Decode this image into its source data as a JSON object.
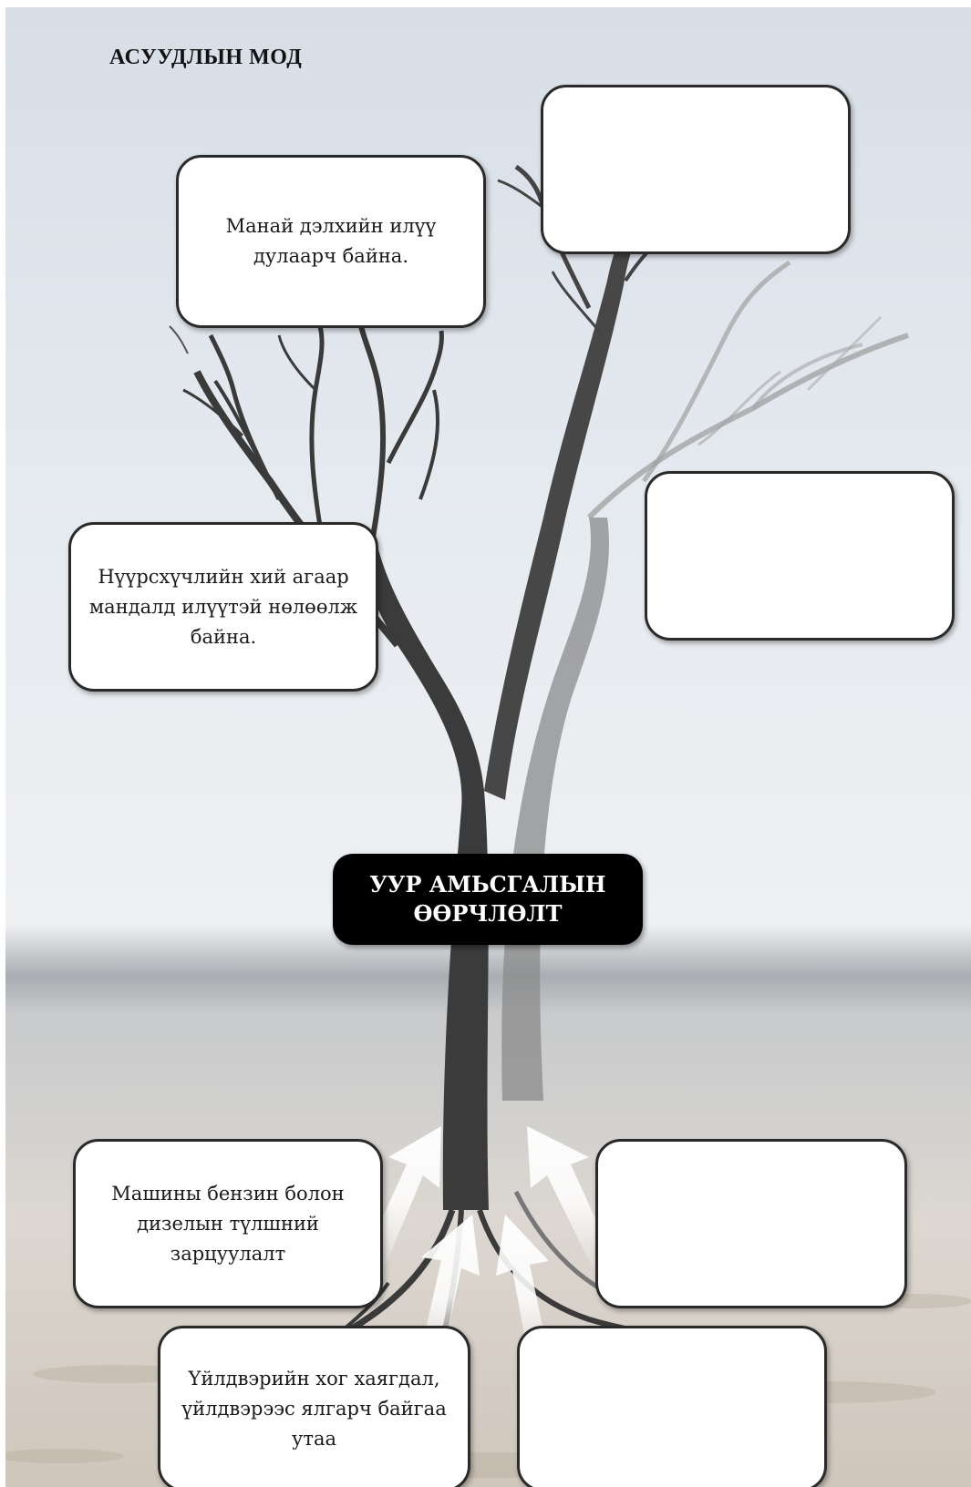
{
  "title": "АСУУДЛЫН МОД",
  "center": {
    "text": "УУР АМЬСГАЛЫН\nӨӨРЧЛӨЛТ"
  },
  "effects": {
    "box1": "Манай дэлхийн илүү дулаарч байна.",
    "box2": "",
    "box3": "Нүүрсхүчлийн хий агаар мандалд илүүтэй нөлөөлж байна.",
    "box4": ""
  },
  "causes": {
    "box1": "Машины бензин болон дизелын түлшний зарцуулалт",
    "box2": "",
    "box3": "Үйлдвэрийн хог хаягдал, үйлдвэрээс ялгарч байгаа утаа",
    "box4": ""
  },
  "colors": {
    "center_fill": "#000000",
    "box_border": "#2a2a2a",
    "trunk": "#3a3a3a"
  }
}
